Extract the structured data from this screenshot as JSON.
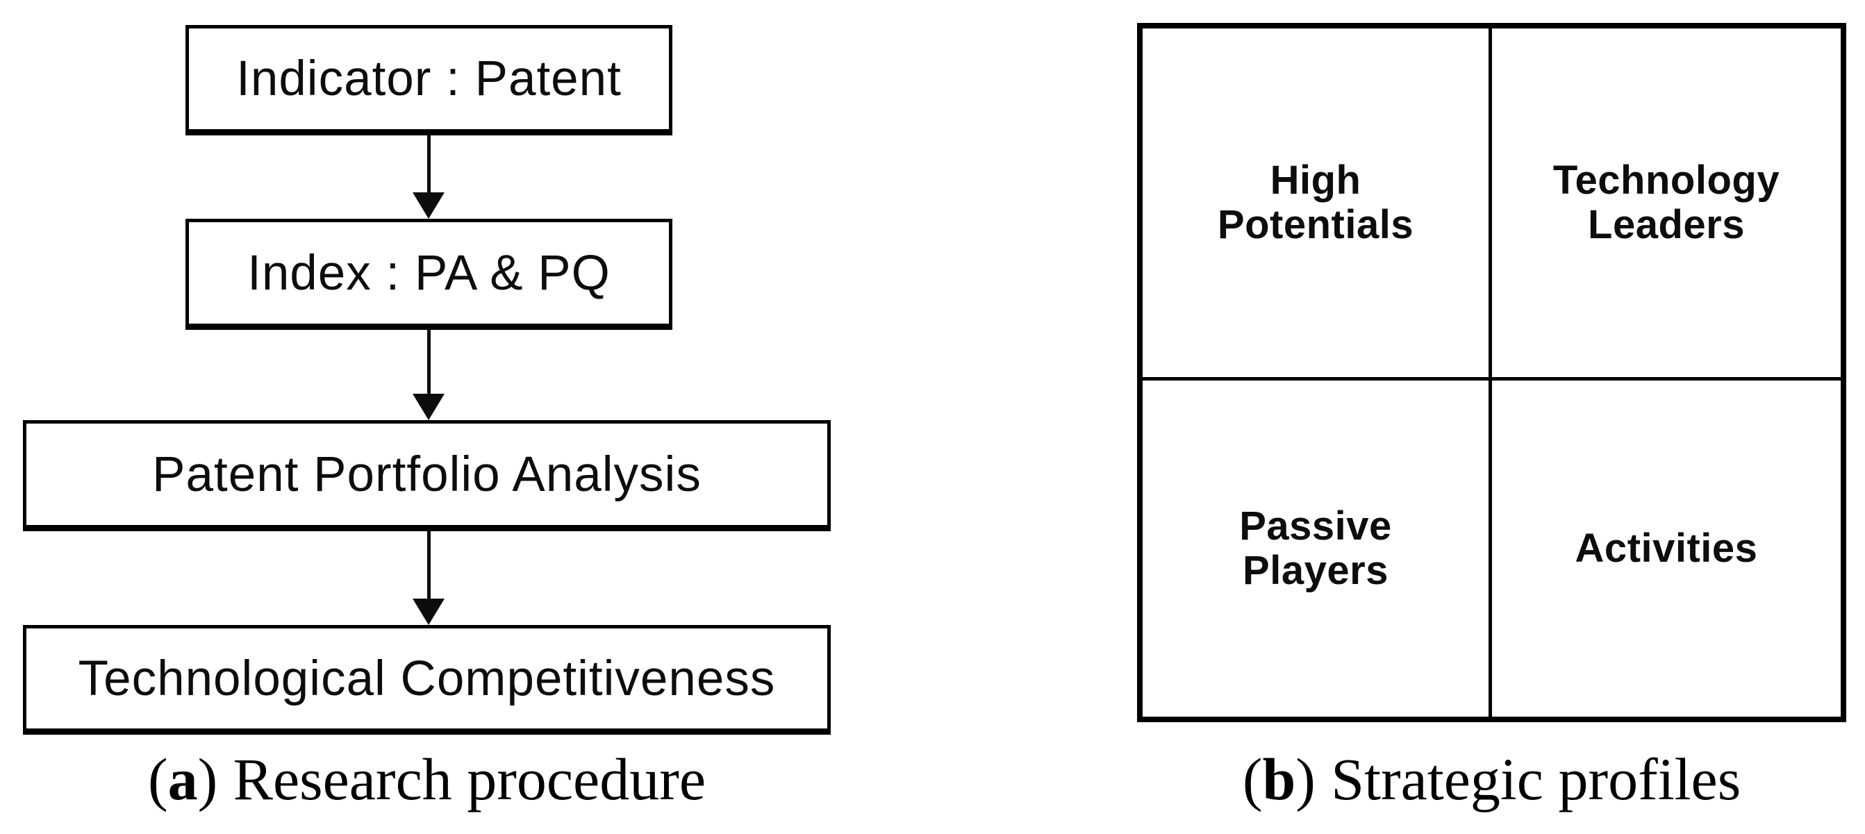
{
  "panel_a": {
    "caption": {
      "open": "(",
      "letter": "a",
      "close": ")",
      "text": "Research procedure"
    },
    "flow_boxes": [
      "Indicator : Patent",
      "Index : PA & PQ",
      "Patent Portfolio Analysis",
      "Technological Competitiveness"
    ]
  },
  "panel_b": {
    "caption": {
      "open": "(",
      "letter": "b",
      "close": ")",
      "text": "Strategic profiles"
    },
    "quadrants": [
      {
        "position": "top-left",
        "label": "High\nPotentials"
      },
      {
        "position": "top-right",
        "label": "Technology\nLeaders"
      },
      {
        "position": "bottom-left",
        "label": "Passive\nPlayers"
      },
      {
        "position": "bottom-right",
        "label": "Activities"
      }
    ]
  },
  "icons": {
    "flow_connector": "down-arrow-icon"
  },
  "colors": {
    "line": "#000000",
    "text": "#0d0d0d",
    "background": "#ffffff"
  }
}
